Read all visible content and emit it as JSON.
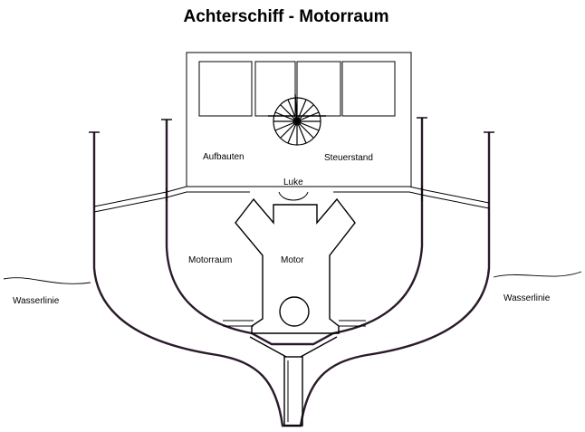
{
  "title": "Achterschiff  - Motorraum",
  "labels": {
    "superstructure": "Aufbauten",
    "helm": "Steuerstand",
    "hatch": "Luke",
    "engine_room": "Motorraum",
    "engine": "Motor",
    "waterline_left": "Wasserlinie",
    "waterline_right": "Wasserlinie"
  },
  "colors": {
    "line": "#000000",
    "hull_tint": "#2a1a2a",
    "background": "#ffffff"
  }
}
